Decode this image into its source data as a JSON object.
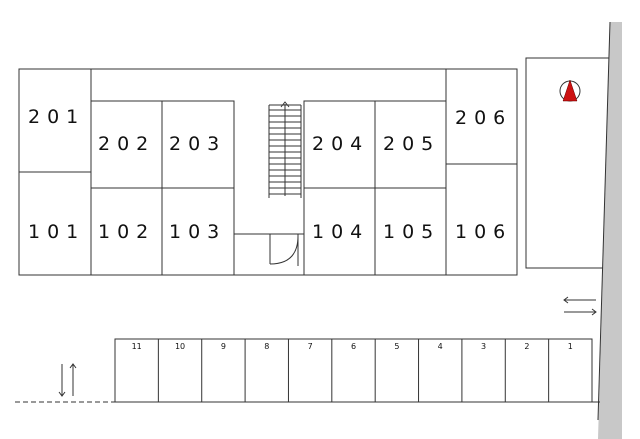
{
  "rooms": {
    "r201": "201",
    "r202": "202",
    "r203": "203",
    "r204": "204",
    "r205": "205",
    "r206": "206",
    "r101": "101",
    "r102": "102",
    "r103": "103",
    "r104": "104",
    "r105": "105",
    "r106": "106"
  },
  "parking": [
    "11",
    "10",
    "9",
    "8",
    "7",
    "6",
    "5",
    "4",
    "3",
    "2",
    "1"
  ],
  "colors": {
    "north_marker": "#cc1111",
    "road": "#c8c8c8",
    "line": "#333333"
  }
}
